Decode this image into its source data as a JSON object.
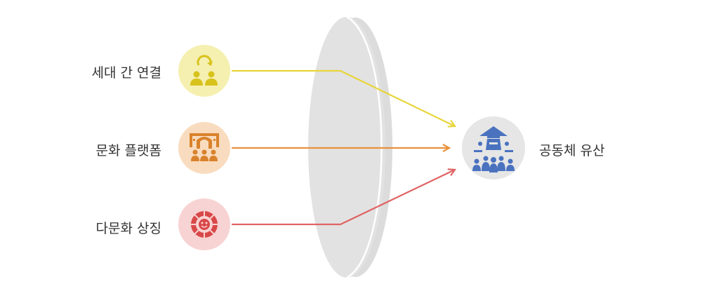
{
  "inputs": [
    {
      "label": "세대 간 연결",
      "icon": "generation-connection-icon",
      "color": "#e8d53a",
      "bg": "#f5f0b0"
    },
    {
      "label": "문화 플랫폼",
      "icon": "culture-platform-icon",
      "color": "#e8913a",
      "bg": "#f9dcbf"
    },
    {
      "label": "다문화 상징",
      "icon": "multicultural-symbol-icon",
      "color": "#e06464",
      "bg": "#f8d3d3"
    }
  ],
  "output": {
    "label": "공동체 유산",
    "icon": "community-heritage-icon",
    "color": "#4a72bf",
    "bg": "#e6e6e6"
  }
}
